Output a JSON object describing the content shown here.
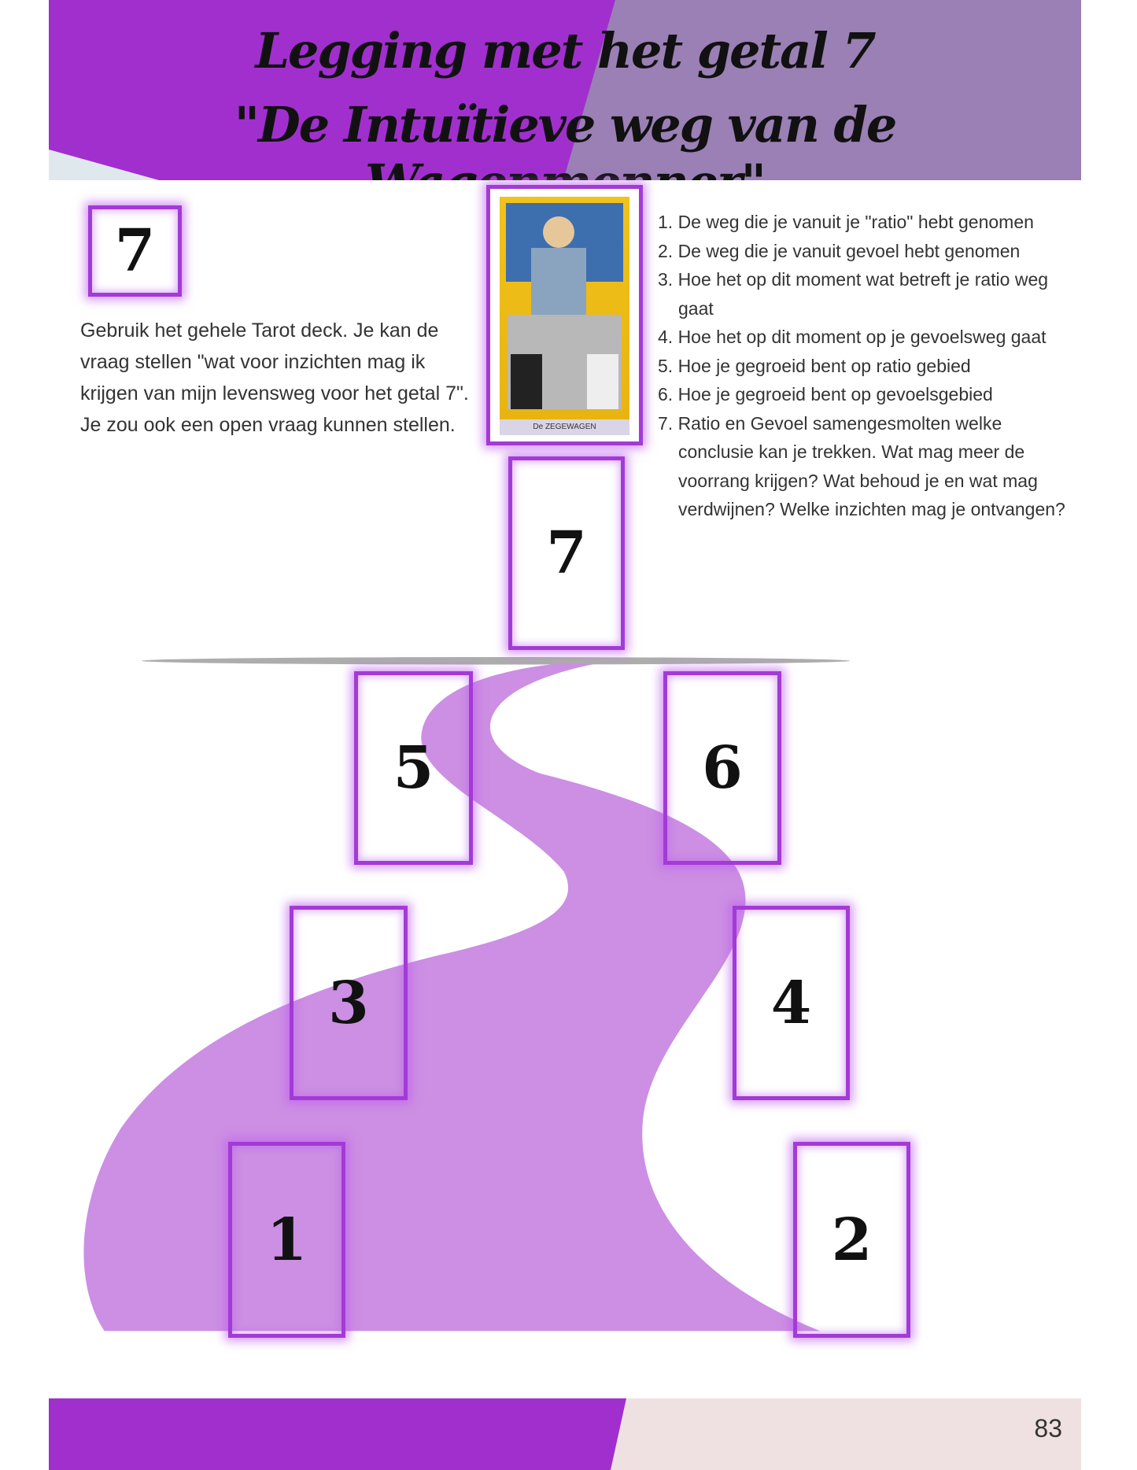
{
  "header": {
    "title_line1": "Legging met het getal 7",
    "title_line2": "\"De Intuïtieve weg van de Wagenmenner\"",
    "colors": {
      "left": "#a12fce",
      "right": "#9a80b4"
    }
  },
  "intro_card": {
    "number": "7"
  },
  "intro_text": "Gebruik het gehele Tarot deck. Je kan de vraag stellen \"wat voor inzichten mag ik krijgen van mijn levensweg voor het getal 7\". Je zou ook een open vraag kunnen stellen.",
  "tarot_card": {
    "label": "De ZEGEWAGEN"
  },
  "steps": [
    "1. De weg die je vanuit je \"ratio\" hebt genomen",
    "2. De weg die je vanuit gevoel hebt genomen",
    "3. Hoe het op dit moment wat betreft  je ratio weg gaat",
    "4. Hoe het op dit moment op je gevoelsweg gaat",
    "5. Hoe je gegroeid bent op ratio gebied",
    "6. Hoe je gegroeid bent op gevoelsgebied",
    "7. Ratio en Gevoel samengesmolten welke conclusie kan je trekken. Wat mag meer de voorrang krijgen? Wat behoud je en wat mag verdwijnen? Welke inzichten mag je ontvangen?"
  ],
  "spread": {
    "cards": [
      "1",
      "2",
      "3",
      "4",
      "5",
      "6",
      "7"
    ],
    "road_color": "#cc8fe3",
    "card_border_color": "#a23bd6"
  },
  "footer": {
    "page_number": "83",
    "colors": {
      "left": "#a12fce",
      "right": "#efe1e1"
    }
  }
}
